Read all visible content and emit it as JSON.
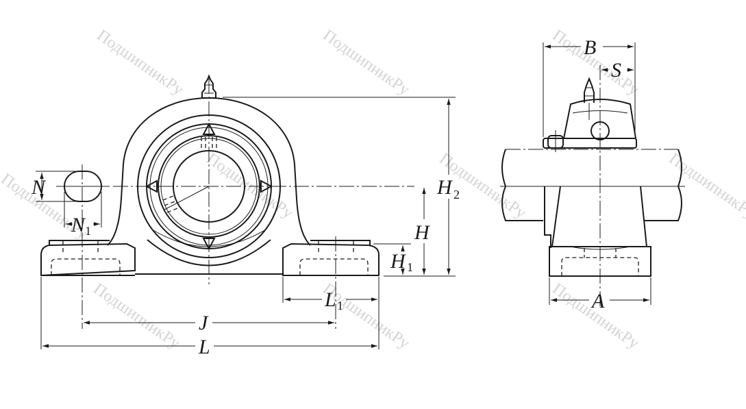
{
  "drawing": {
    "title": "Pillow block bearing unit dimension drawing",
    "views": [
      "front-view",
      "side-view"
    ],
    "watermark_text": "ПодшипникРу",
    "line_color": "#1a1a1a",
    "watermark_color": "#d4d4d4"
  },
  "dimensions": {
    "N": {
      "letter": "N",
      "sub": ""
    },
    "N1": {
      "letter": "N",
      "sub": "1"
    },
    "H": {
      "letter": "H",
      "sub": ""
    },
    "H1": {
      "letter": "H",
      "sub": "1"
    },
    "H2": {
      "letter": "H",
      "sub": "2"
    },
    "L": {
      "letter": "L",
      "sub": ""
    },
    "L1": {
      "letter": "L",
      "sub": "1"
    },
    "J": {
      "letter": "J",
      "sub": ""
    },
    "A": {
      "letter": "A",
      "sub": ""
    },
    "B": {
      "letter": "B",
      "sub": ""
    },
    "S": {
      "letter": "S",
      "sub": ""
    }
  }
}
